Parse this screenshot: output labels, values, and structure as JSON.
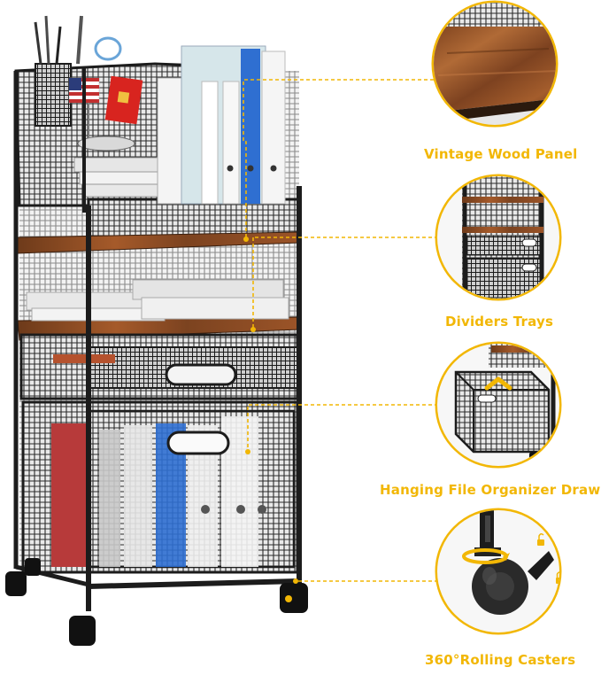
{
  "callouts": [
    {
      "label": "Vintage Wood Panel"
    },
    {
      "label": "Dividers Trays"
    },
    {
      "label": "Hanging File Organizer Draw"
    },
    {
      "label": "360°Rolling Casters"
    }
  ],
  "colors": {
    "accent": "#f2b705",
    "frame": "#1c1c1c",
    "wood": "#8b4a22",
    "file_blue": "#2f6fd1",
    "file_red": "#b73a3a"
  },
  "icons": [
    "american-flag-icon",
    "lock-icon",
    "unlock-icon",
    "rotate-arrow-icon"
  ]
}
